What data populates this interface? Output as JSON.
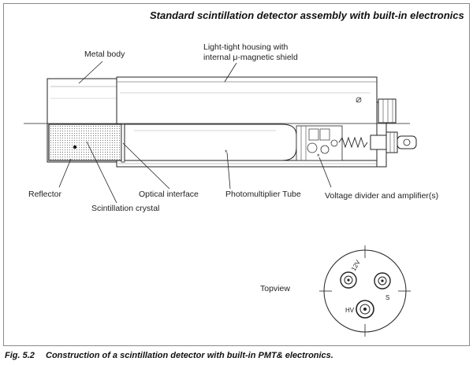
{
  "title": "Standard scintillation detector assembly with built-in electronics",
  "labels": {
    "metal_body": "Metal body",
    "housing_line1": "Light-tight housing with",
    "housing_line2": "internal μ-magnetic shield",
    "reflector": "Reflector",
    "scintillation_crystal": "Scintillation crystal",
    "optical_interface": "Optical interface",
    "pmt": "Photomultiplier Tube",
    "voltage_divider": "Voltage divider and amplifier(s)",
    "topview": "Topview"
  },
  "topview": {
    "connector_12v": "12V",
    "connector_s": "S",
    "connector_hv": "HV"
  },
  "caption": {
    "number": "Fig. 5.2",
    "text": "Construction of a scintillation detector with built-in PMT& electronics."
  }
}
